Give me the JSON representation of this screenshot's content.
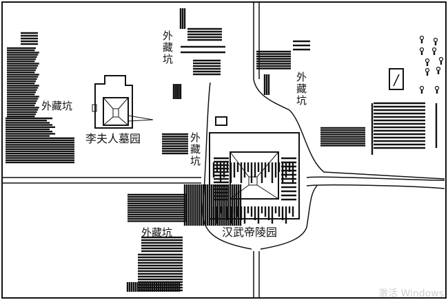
{
  "labels": {
    "pit_top": "外藏坑",
    "pit_left": "外藏坑",
    "pit_mid": "外藏坑",
    "pit_right": "外藏坑",
    "pit_bottom": "外藏坑",
    "li_furen_tomb": "李夫人墓园",
    "han_wudi_tomb": "汉武帝陵园"
  },
  "watermark": "激活 Windows",
  "colors": {
    "ink": "#111111",
    "background": "#ffffff"
  }
}
